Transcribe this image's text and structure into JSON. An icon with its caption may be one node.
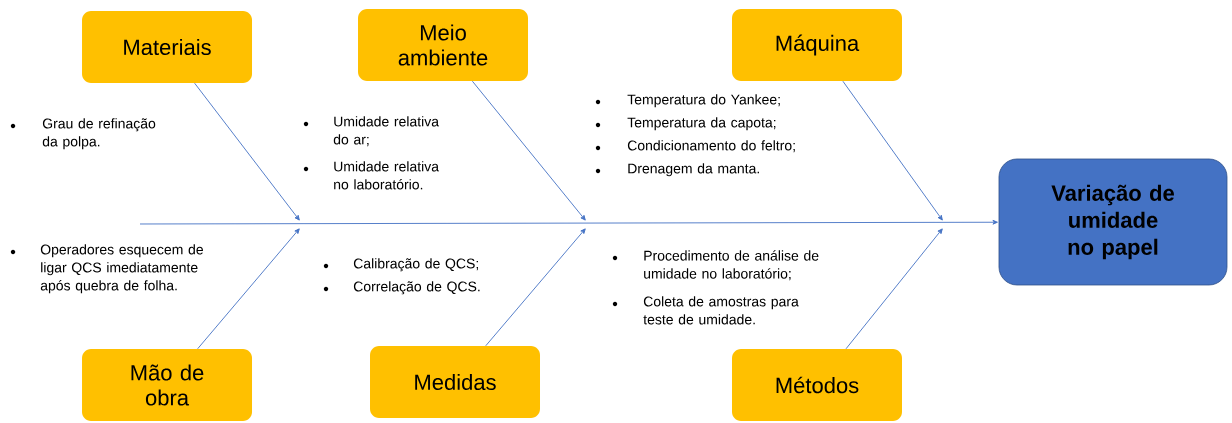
{
  "diagram": {
    "nodes": [
      {
        "text": [
          "Materiais"
        ]
      },
      {
        "text": [
          "Meio ambiente"
        ]
      },
      {
        "text": [
          "Máquina"
        ]
      },
      {
        "text": [
          "Mão de obra"
        ]
      },
      {
        "text": [
          "Medidas"
        ]
      },
      {
        "text": [
          "Métodos"
        ]
      },
      {
        "text": [
          "Variação de umidade no papel"
        ]
      }
    ],
    "edges": [
      {
        "from": 0,
        "to": null,
        "arrow": "to"
      },
      {
        "from": 1,
        "to": null,
        "arrow": "to"
      },
      {
        "from": 2,
        "to": null,
        "arrow": "to"
      },
      {
        "from": 3,
        "to": null,
        "arrow": "to"
      },
      {
        "from": 4,
        "to": null,
        "arrow": "to"
      },
      {
        "from": 5,
        "to": null,
        "arrow": "to"
      },
      {
        "from": null,
        "to": 6,
        "arrow": "to"
      }
    ],
    "labels": [
      "Grau de refinação da polpa.",
      "Umidade relativa do ar;",
      "Umidade relativa no laboratório.",
      "Temperatura do Yankee;",
      "Temperatura da capota;",
      "Condicionamento do feltro;",
      "Drenagem da manta.",
      "Operadores esquecem de ligar QCS imediatamente após quebra de folha.",
      "Calibração de QCS;",
      "Correlação de QCS.",
      "Procedimento de análise de umidade no laboratório;",
      "Coleta de amostras para teste de umidade."
    ]
  }
}
